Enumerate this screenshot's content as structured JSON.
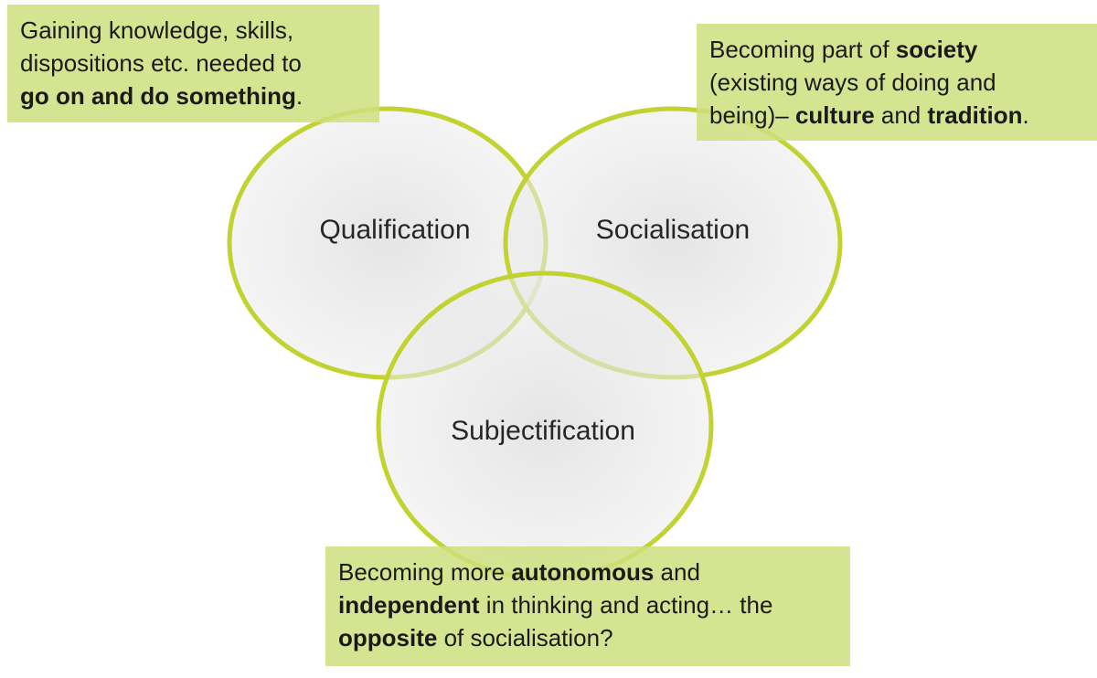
{
  "circles": {
    "qualification": "Qualification",
    "socialisation": "Socialisation",
    "subjectification": "Subjectification"
  },
  "notes": {
    "qualification": {
      "line1": "Gaining knowledge, skills,",
      "line2": "dispositions etc. needed to",
      "line3_bold": "go on and do something",
      "line3_end": "."
    },
    "socialisation": {
      "line1_start": "Becoming part of ",
      "line1_bold": "society",
      "line2": "(existing ways of doing and",
      "line3_start": "being)– ",
      "line3_bold1": "culture",
      "line3_mid": " and ",
      "line3_bold2": "tradition",
      "line3_end": "."
    },
    "subjectification": {
      "line1_start": "Becoming more ",
      "line1_bold": "autonomous",
      "line1_end": " and",
      "line2_bold": "independent",
      "line2_end": " in thinking and acting… the",
      "line3_bold": "opposite",
      "line3_end": " of socialisation?"
    }
  },
  "colors": {
    "circle_stroke": "#c2d230",
    "circle_fill": "#e3e3e3",
    "note_fill": "#cddf7e"
  }
}
